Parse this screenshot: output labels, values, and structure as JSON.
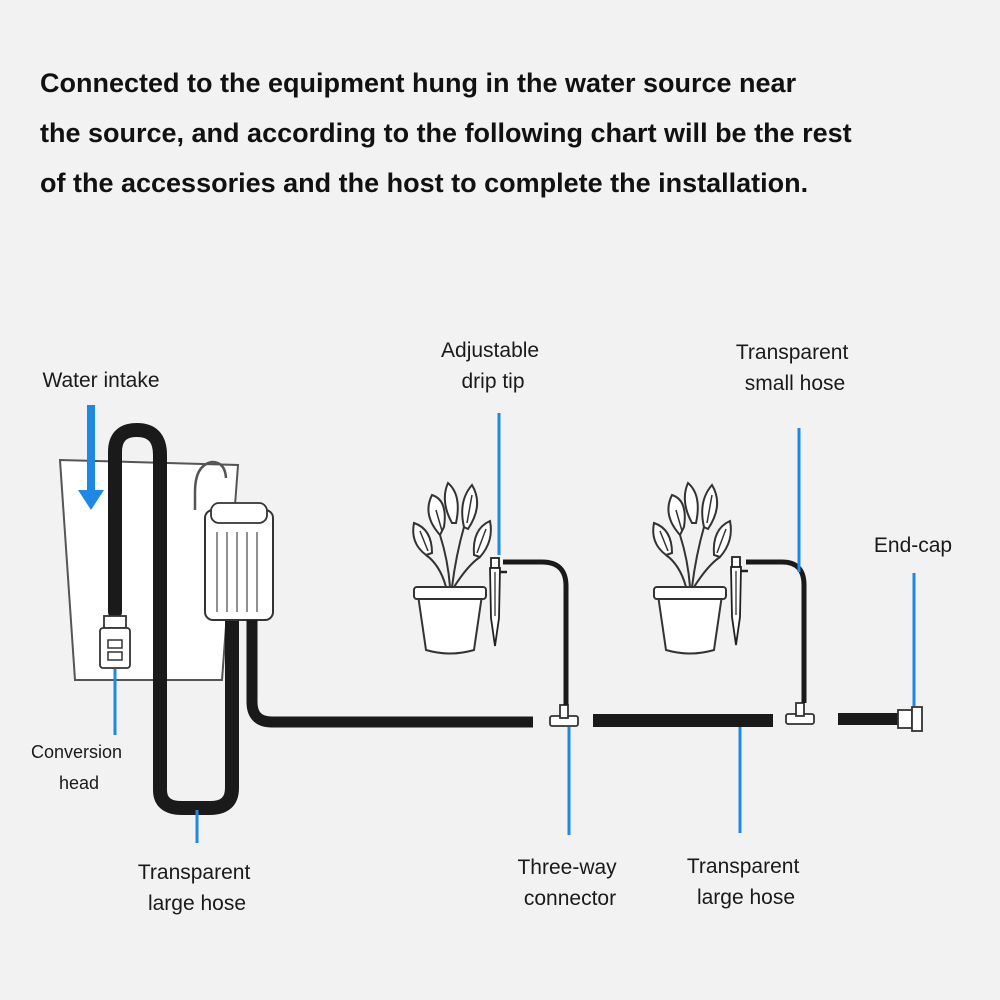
{
  "intro": {
    "lines": [
      "Connected to the equipment hung in the water source near",
      "the source, and according to the following chart will be the rest",
      "of the accessories and the host to complete the installation."
    ]
  },
  "labels": {
    "water_intake": "Water intake",
    "adjustable_drip_tip": [
      "Adjustable",
      "drip tip"
    ],
    "transparent_small_hose": [
      "Transparent",
      "small hose"
    ],
    "end_cap": "End-cap",
    "conversion_head": [
      "Conversion",
      "head"
    ],
    "transparent_large_hose_left": [
      "Transparent",
      "large hose"
    ],
    "three_way_connector": [
      "Three-way",
      "connector"
    ],
    "transparent_large_hose_right": [
      "Transparent",
      "large hose"
    ]
  },
  "colors": {
    "leader_line": "#1e88e5",
    "hose": "#1a1a1a",
    "outline": "#333333"
  }
}
